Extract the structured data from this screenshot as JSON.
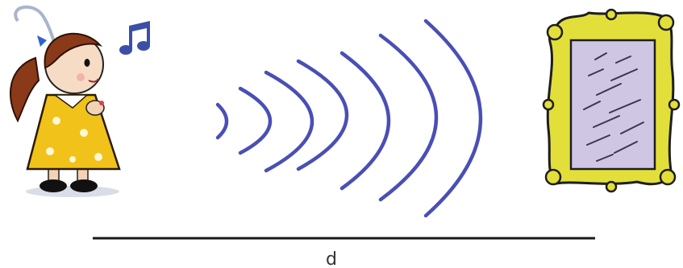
{
  "diagram": {
    "distance_label": "d",
    "sound_wave_count": 7,
    "colors": {
      "wave": "#4a4fb5",
      "note": "#3c4fa8",
      "distance_line": "#1a1a1a",
      "frame": "#e3df3a",
      "mirror": "#cfc6e4",
      "dress": "#f0c21a",
      "hair": "#8a3a18"
    },
    "icons": [
      "girl-singing-illustration",
      "music-note-icon",
      "framed-mirror-illustration"
    ]
  }
}
